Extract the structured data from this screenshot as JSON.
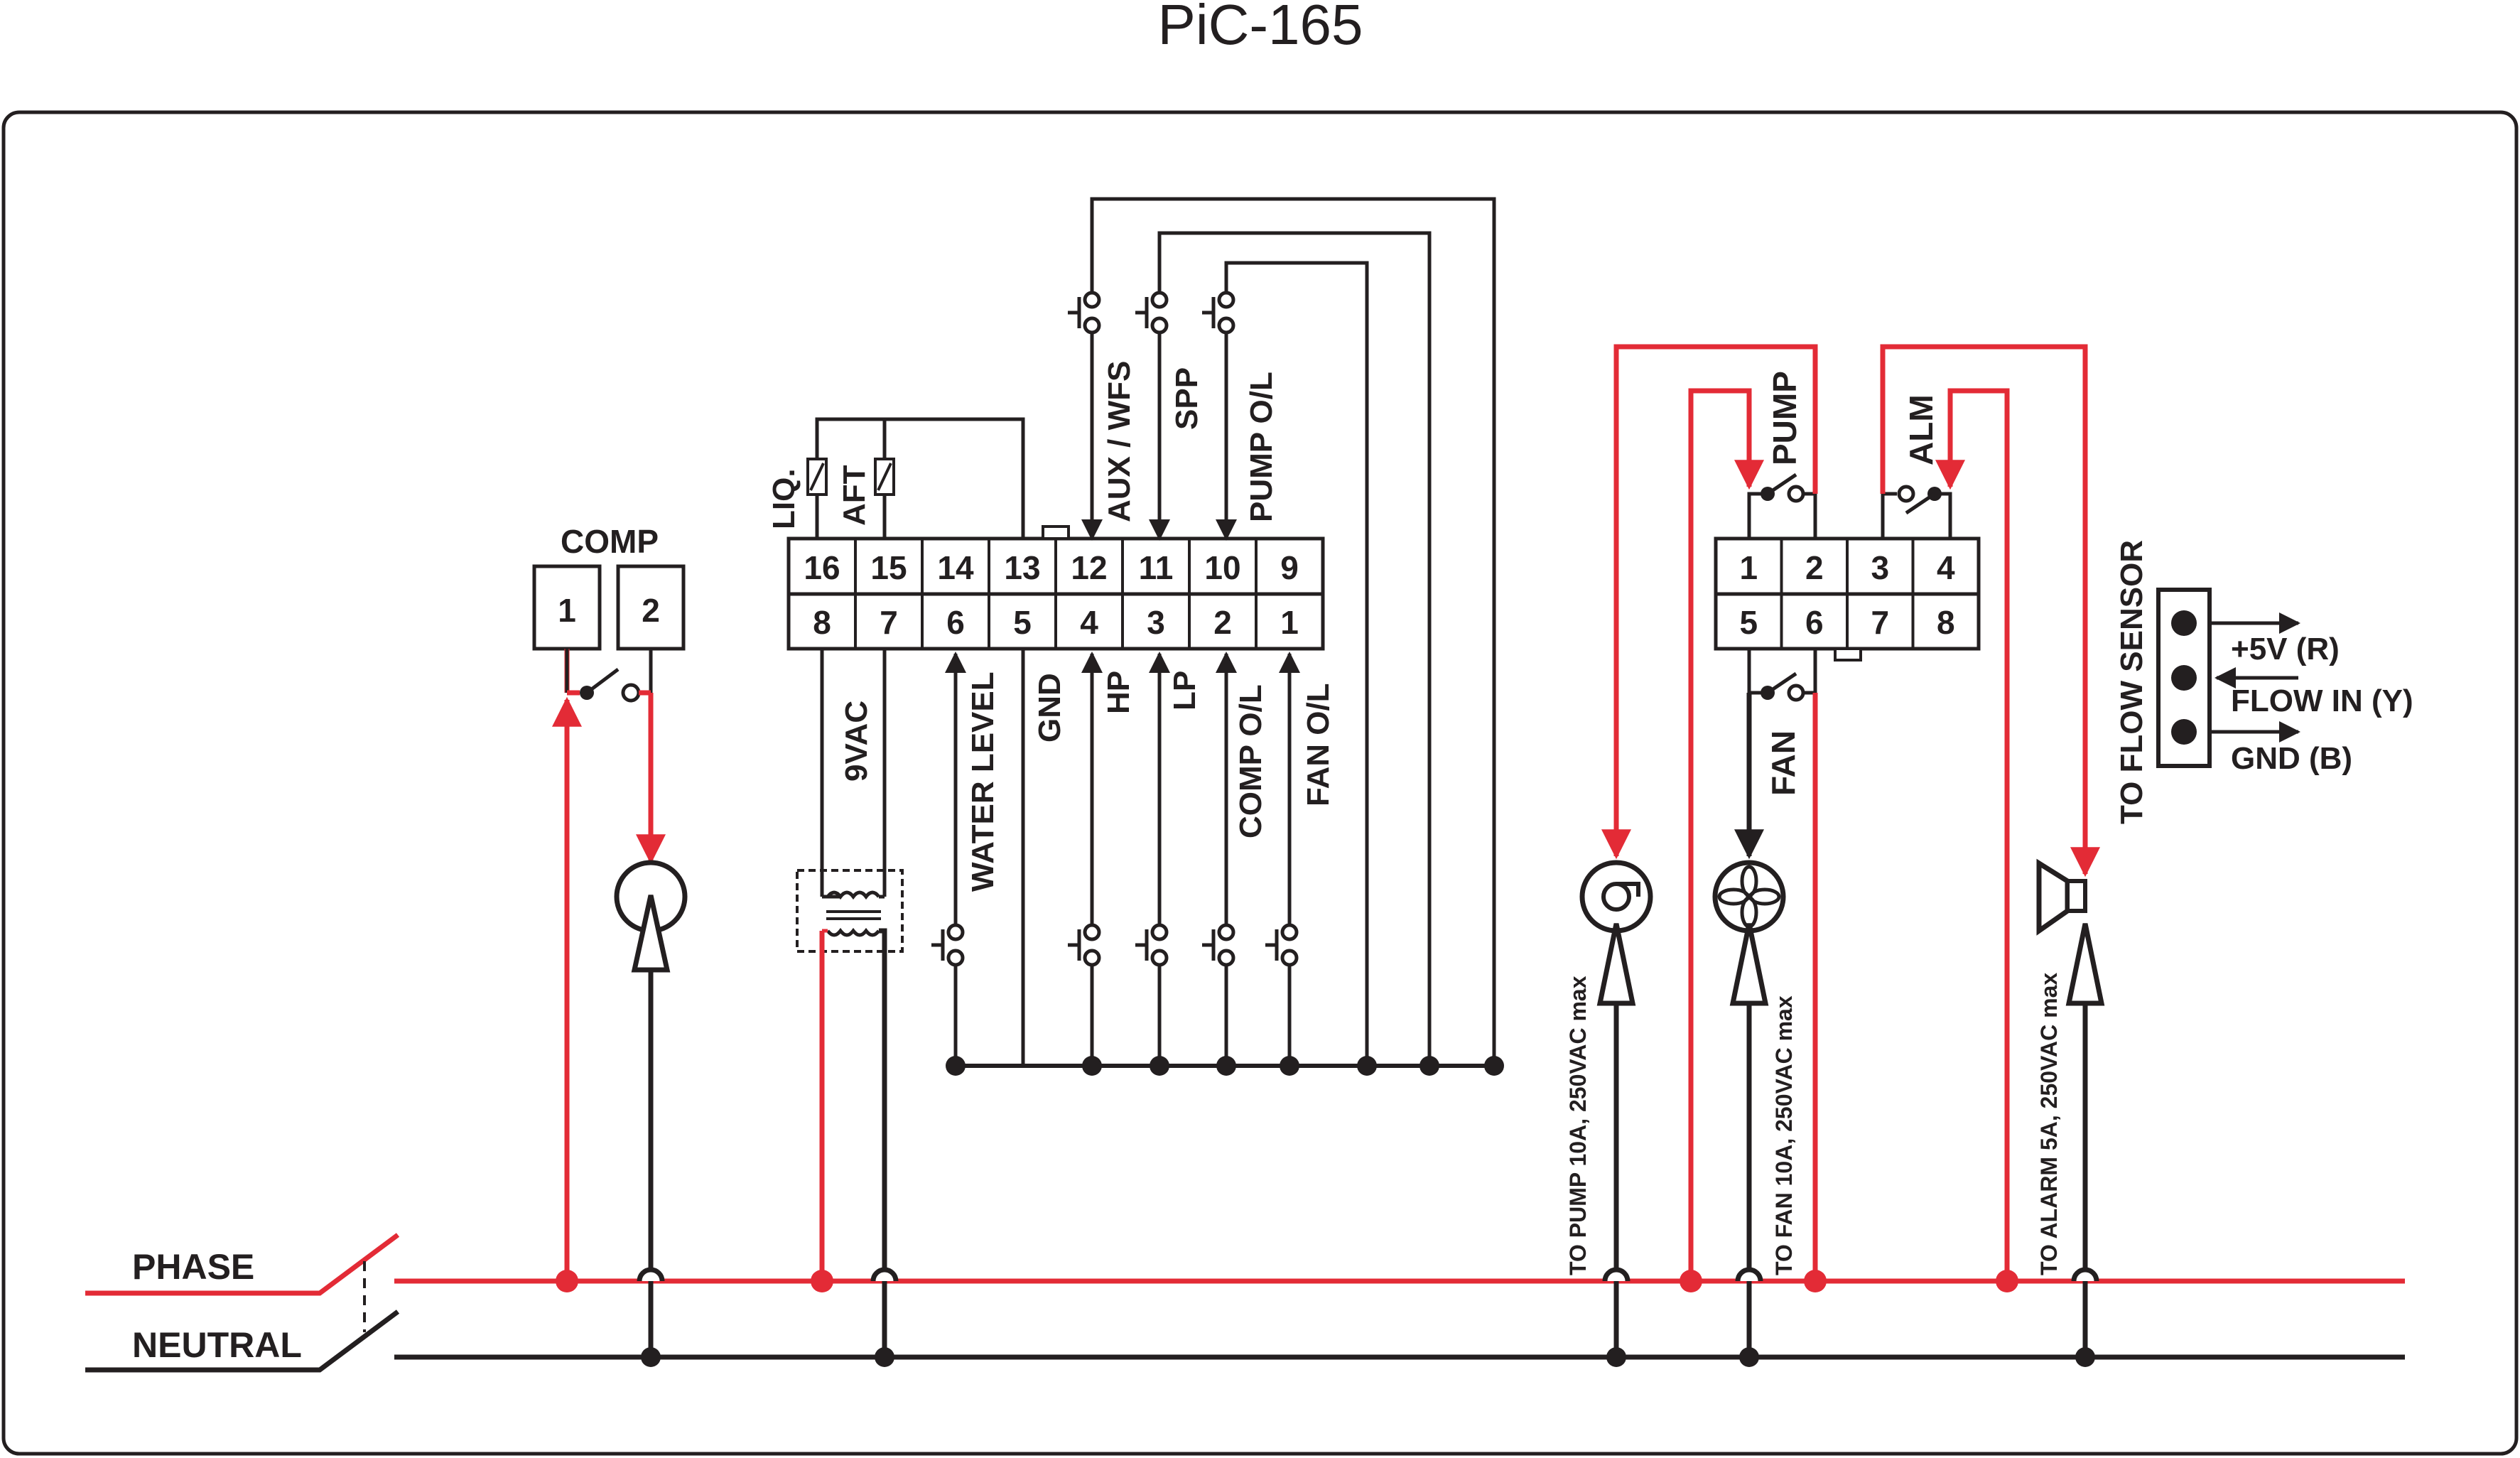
{
  "title": "PiC-165",
  "colors": {
    "phase": "#e32b36",
    "neutral": "#231f20"
  },
  "lines": {
    "phase": "PHASE",
    "neutral": "NEUTRAL"
  },
  "comp": {
    "label": "COMP",
    "terminals": [
      "1",
      "2"
    ]
  },
  "controller": {
    "top_row": [
      "16",
      "15",
      "14",
      "13",
      "12",
      "11",
      "10",
      "9"
    ],
    "bottom_row": [
      "8",
      "7",
      "6",
      "5",
      "4",
      "3",
      "2",
      "1"
    ],
    "top_labels": {
      "liq": "LIQ.",
      "aft": "AFT",
      "aux": "AUX / WFS",
      "spp": "SPP",
      "pump_ol": "PUMP O/L"
    },
    "bottom_labels": {
      "vac": "9VAC",
      "water": "WATER LEVEL",
      "gnd": "GND",
      "hp": "HP",
      "lp": "LP",
      "comp_ol": "COMP O/L",
      "fan_ol": "FAN O/L"
    }
  },
  "relay": {
    "top_row": [
      "1",
      "2",
      "3",
      "4"
    ],
    "bottom_row": [
      "5",
      "6",
      "7",
      "8"
    ],
    "pump": "PUMP",
    "alm": "ALM",
    "fan": "FAN"
  },
  "flow_sensor": {
    "label": "TO FLOW SENSOR",
    "pins": [
      "+5V (R)",
      "FLOW IN (Y)",
      "GND (B)"
    ]
  },
  "loads": {
    "pump": "TO PUMP 10A, 250VAC max",
    "fan": "TO FAN 10A, 250VAC max",
    "alarm": "TO ALARM 5A, 250VAC max"
  }
}
